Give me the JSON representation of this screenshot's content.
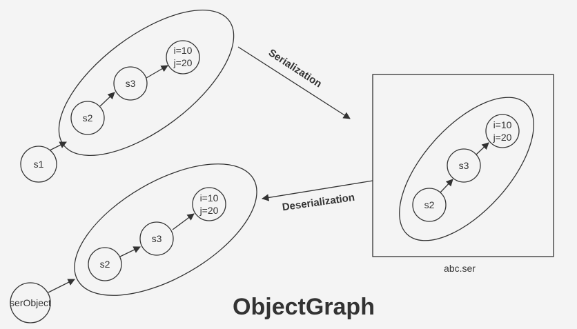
{
  "title": "ObjectGraph",
  "arrows": {
    "serialization": "Serialization",
    "deserialization": "Deserialization"
  },
  "file": {
    "name": "abc.ser"
  },
  "original_graph": {
    "root": "s1",
    "nodes": [
      "s2",
      "s3"
    ],
    "values": [
      "i=10",
      "j=20"
    ]
  },
  "stored_graph": {
    "nodes": [
      "s2",
      "s3"
    ],
    "values": [
      "i=10",
      "j=20"
    ]
  },
  "restored_graph": {
    "root": "serObject",
    "nodes": [
      "s2",
      "s3"
    ],
    "values": [
      "i=10",
      "j=20"
    ]
  },
  "colors": {
    "stroke": "#333333",
    "background": "#f4f4f4"
  }
}
